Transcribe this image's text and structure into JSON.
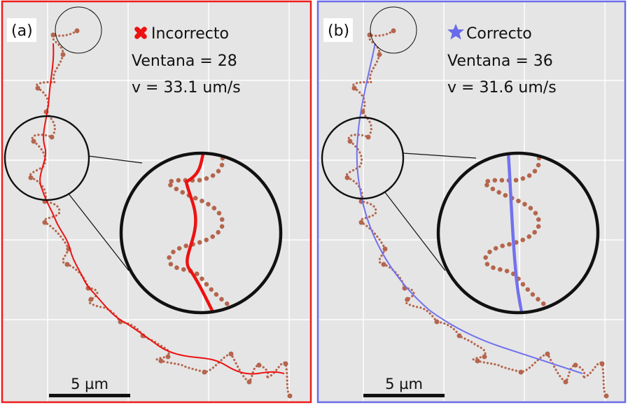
{
  "panels": [
    {
      "id": "a",
      "tag": "(a)",
      "status_label": "Incorrecto",
      "status_icon": "x-cross-icon",
      "window_line": "Ventana = 28",
      "speed_line": "v = 33.1 um/s",
      "scale_label": "5 µm",
      "border_color": "#ee1c1c",
      "fit_color": "#ee1111"
    },
    {
      "id": "b",
      "tag": "(b)",
      "status_label": "Correcto",
      "status_icon": "star-icon",
      "window_line": "Ventana = 36",
      "speed_line": "v = 31.6 um/s",
      "scale_label": "5 µm",
      "border_color": "#6b6bea",
      "fit_color": "#7272ee"
    }
  ],
  "colors": {
    "plot_background": "#e5e5e5",
    "grid": "#ffffff",
    "trajectory": "#b5654d"
  }
}
